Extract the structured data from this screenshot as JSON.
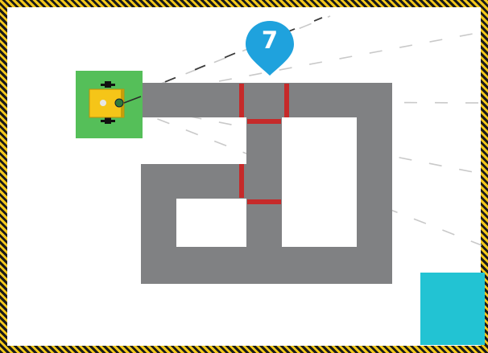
{
  "level": {
    "number": "7"
  },
  "colors": {
    "hazard_dark": "#1a1a1a",
    "hazard_yellow": "#f2c81c",
    "road": "#808183",
    "gate": "#c62a2a",
    "start_zone": "#55bf59",
    "robot_body": "#f5c518",
    "goal_zone": "#22c3d3",
    "badge": "#1fa2dd",
    "dash": "#c8c8c8"
  },
  "objects": {
    "start_zone": "start-zone",
    "robot": "robot-icon",
    "goal_zone": "goal-zone",
    "gates": [
      "gate",
      "gate",
      "gate",
      "gate",
      "gate",
      "gate"
    ]
  }
}
